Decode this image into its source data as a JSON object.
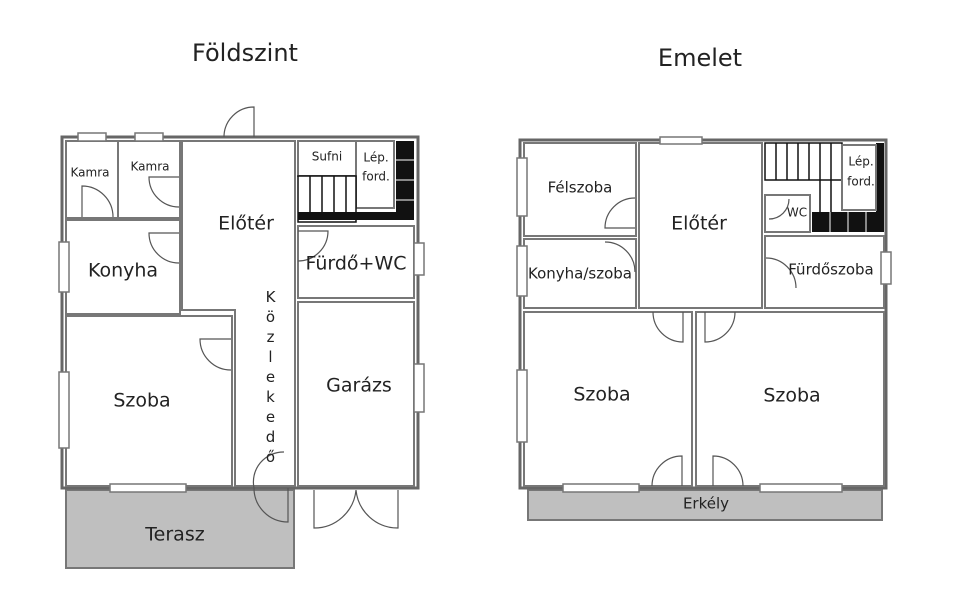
{
  "ground_floor": {
    "title": "Földszint",
    "rooms": {
      "kamra1": "Kamra",
      "kamra2": "Kamra",
      "eloter": "Előtér",
      "sufni": "Sufni",
      "lep_ford_1": "Lép.",
      "lep_ford_2": "ford.",
      "konyha": "Konyha",
      "furdo": "Fürdő+WC",
      "kozlekedo": "Közlekedő",
      "szoba": "Szoba",
      "garazs": "Garázs",
      "terasz": "Terasz"
    }
  },
  "upper_floor": {
    "title": "Emelet",
    "rooms": {
      "felszoba": "Félszoba",
      "eloter": "Előtér",
      "lep_ford_1": "Lép.",
      "lep_ford_2": "ford.",
      "wc": "WC",
      "konyha_szoba": "Konyha/szoba",
      "furdoszoba": "Fürdőszoba",
      "szoba1": "Szoba",
      "szoba2": "Szoba",
      "erkely": "Erkély"
    }
  }
}
